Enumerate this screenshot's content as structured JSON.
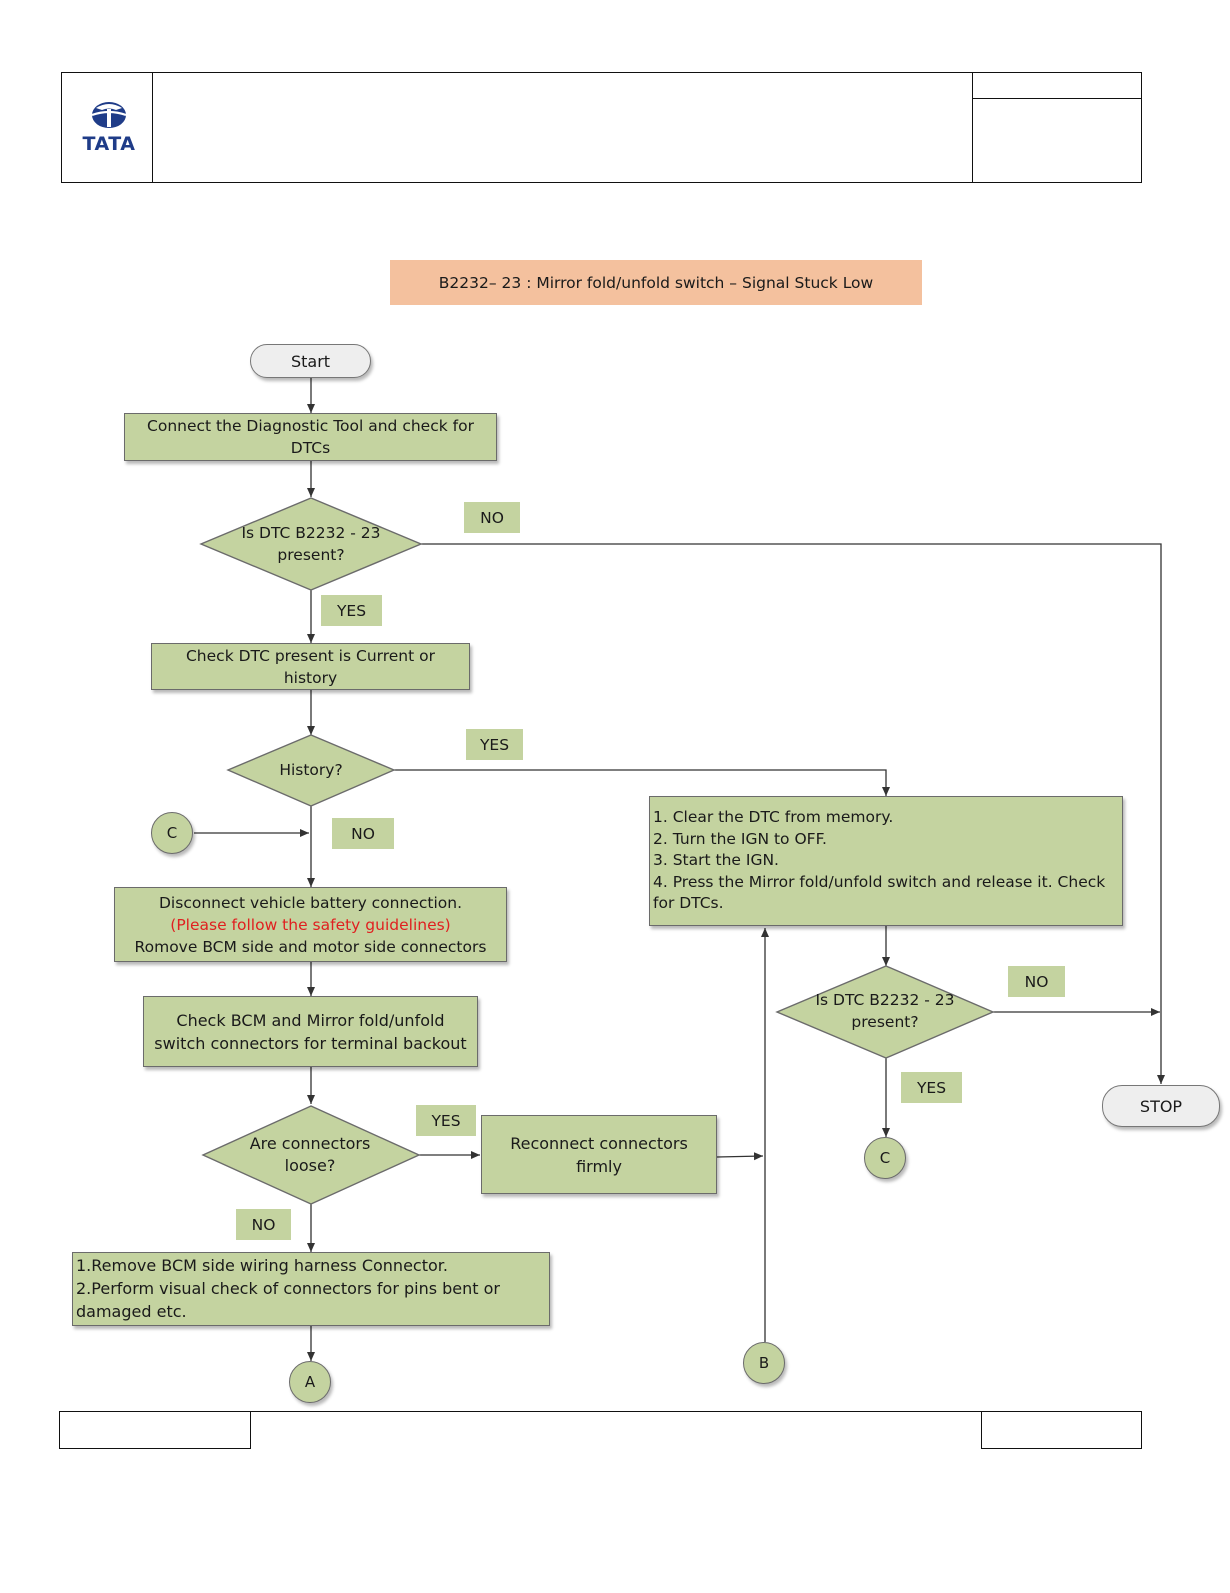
{
  "header": {
    "logo_text": "TATA",
    "brand_color": "#1f3c88"
  },
  "title": "B2232– 23 : Mirror fold/unfold switch – Signal Stuck Low",
  "nodes": {
    "start": "Start",
    "connect_tool": "Connect the Diagnostic Tool and check for DTCs",
    "is_dtc_present_1": [
      "Is DTC B2232 - 23",
      "present?"
    ],
    "check_current_history": "Check DTC present is Current or history",
    "history": "History?",
    "disconnect": {
      "line1": "Disconnect vehicle battery connection.",
      "line2": "(Please follow the safety guidelines)",
      "line3": "Romove BCM side and motor side connectors"
    },
    "check_bcm": [
      "Check BCM and Mirror fold/unfold",
      "switch connectors for terminal backout"
    ],
    "are_connectors_loose": [
      "Are connectors",
      "loose?"
    ],
    "reconnect": [
      "Reconnect connectors",
      "firmly"
    ],
    "remove_bcm": [
      "1.Remove BCM side wiring harness Connector.",
      "2.Perform visual check of connectors for pins bent or",
      "damaged etc."
    ],
    "clear_dtc": [
      "1. Clear the DTC from memory.",
      "2. Turn the IGN to OFF.",
      "3. Start the IGN.",
      "4. Press the Mirror fold/unfold switch and release it. Check",
      "for DTCs."
    ],
    "is_dtc_present_2": [
      "Is DTC B2232 - 23",
      "present?"
    ],
    "stop": "STOP"
  },
  "labels": {
    "no_1": "NO",
    "yes_1": "YES",
    "yes_history": "YES",
    "no_history": "NO",
    "yes_loose": "YES",
    "no_loose": "NO",
    "no_2": "NO",
    "yes_2": "YES"
  },
  "connectors": {
    "c_left": "C",
    "c_right": "C",
    "a": "A",
    "b": "B"
  },
  "colors": {
    "box_fill": "#c4d3a0",
    "title_fill": "#f4c19e",
    "warning": "#e02020"
  }
}
